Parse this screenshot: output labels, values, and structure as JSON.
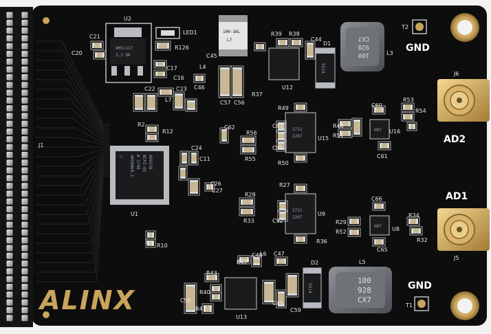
{
  "brand": {
    "logo": "ALINX"
  },
  "connectors": {
    "j1_ref": "J1",
    "j5_ref": "J5",
    "j6_ref": "J6",
    "ad1_label": "AD1",
    "ad2_label": "AD2",
    "gnd_top": "GND",
    "gnd_bottom": "GND",
    "t1_ref": "T1",
    "t2_ref": "T2"
  },
  "chips": {
    "adc_ref": "U1",
    "adc_marking": [
      "AD9238",
      "BCPZ-65",
      "# 1748",
      "4030069.1"
    ],
    "regulator_ref": "U2",
    "regulator_marking": [
      "AMS1117",
      "3.3 DK"
    ],
    "u13_ref": "U13",
    "u12_ref": "U12",
    "u15_ref": "U15",
    "u9_ref": "U9",
    "u16_ref": "U16",
    "u8_ref": "U8",
    "u15_marking": [
      "2711",
      "2207"
    ],
    "u9_marking": [
      "2711",
      "2207"
    ],
    "u16_marking": "H07",
    "u8_marking": "H07"
  },
  "inductors": {
    "l3_ref": "L3",
    "l3_marking": [
      "100",
      "928",
      "CX7"
    ],
    "l5_ref": "L5",
    "l5_marking": [
      "100",
      "928",
      "CX7"
    ],
    "l7_ref": "L7",
    "l6_ref": "L6",
    "l4_ref": "L4"
  },
  "tantalum": {
    "c62_ref": "C62",
    "c62_marking": [
      "100-16L",
      "L7"
    ]
  },
  "diodes": {
    "d1_ref": "D1",
    "d2_ref": "D2",
    "d1_marking": "SS14",
    "d2_marking": "SS14"
  },
  "led": {
    "ref": "LED1"
  },
  "refdes": {
    "c21": "C21",
    "c20": "C20",
    "r126": "R126",
    "c17": "C17",
    "c16": "C16",
    "c22": "C22",
    "c23": "C23",
    "r2": "R2",
    "r12": "R12",
    "r39": "R39",
    "r38": "R38",
    "c44": "C44",
    "c45": "C45",
    "c46": "C46",
    "c57": "C57",
    "c56": "C56",
    "r37": "R37",
    "r49": "R49",
    "c60": "C60",
    "r53": "R53",
    "r54": "R54",
    "r48": "R48",
    "r51": "R51",
    "c61": "C61",
    "r56": "R56",
    "r55": "R55",
    "c62b": "C62",
    "c63": "C63",
    "c91": "C91",
    "r50": "R50",
    "c24": "C24",
    "c11": "C11",
    "c26": "C26",
    "c27": "C27",
    "r27": "R27",
    "r28": "R28",
    "r33": "R33",
    "c92": "C92",
    "r36": "R36",
    "r29": "R29",
    "r52": "R52",
    "c66": "C66",
    "c65": "C65",
    "r34": "R34",
    "r32": "R32",
    "r5": "R5",
    "r10": "R10",
    "r42": "R42",
    "c48": "C48",
    "c47": "C47",
    "r43": "R43",
    "r40": "R40",
    "r41": "R41",
    "c58": "C58",
    "c49": "C49",
    "c59": "C59"
  },
  "colors": {
    "board": "#0d0d0d",
    "gold": "#c9a45d",
    "silkscreen": "#e9e9e9",
    "header_pin": "#b9bcc0"
  }
}
